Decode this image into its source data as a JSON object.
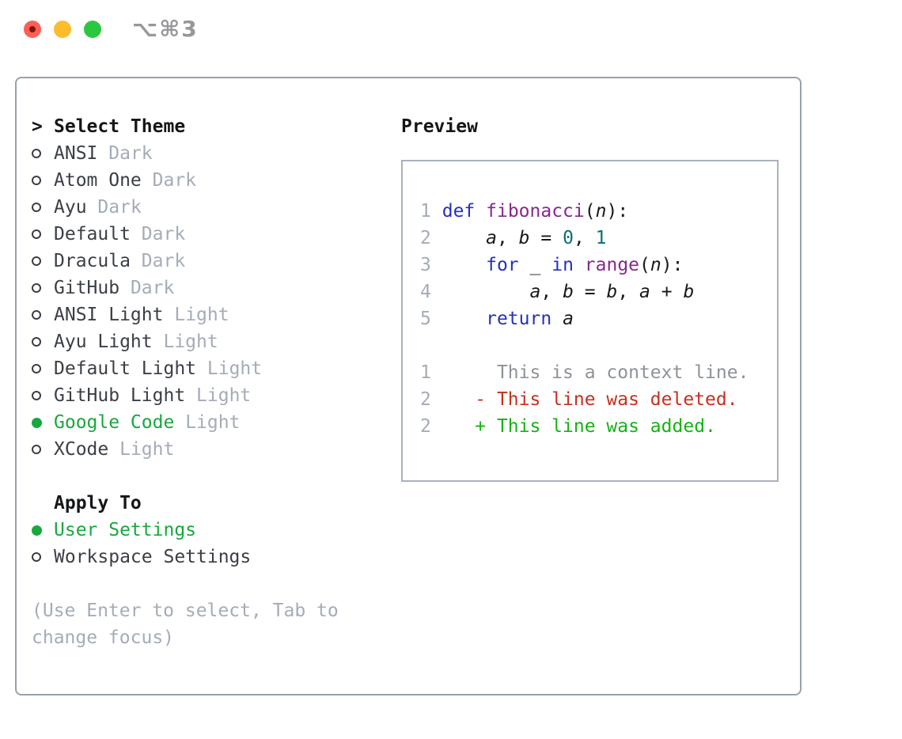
{
  "window": {
    "shortcut": "⌥⌘3",
    "traffic_lights": [
      {
        "name": "close",
        "color": "#fe5f57"
      },
      {
        "name": "minimize",
        "color": "#febb2e"
      },
      {
        "name": "zoom",
        "color": "#2ac840"
      }
    ]
  },
  "colors": {
    "accent_green": "#17a83e",
    "panel_border": "#98a1ac",
    "preview_border": "#a9b1bc",
    "item_text": "#3a3f46",
    "muted_text": "#a4acb9",
    "code_keyword": "#2531bd",
    "code_function": "#87288c",
    "code_number": "#0e6e73",
    "code_plain": "#17191d",
    "diff_deleted": "#c53020",
    "diff_added": "#12b412",
    "diff_context": "#8d9399"
  },
  "theme_panel": {
    "header_prefix": ">",
    "header_label": "Select Theme",
    "items": [
      {
        "name": "ANSI",
        "variant": "Dark",
        "selected": false
      },
      {
        "name": "Atom One",
        "variant": "Dark",
        "selected": false
      },
      {
        "name": "Ayu",
        "variant": "Dark",
        "selected": false
      },
      {
        "name": "Default",
        "variant": "Dark",
        "selected": false
      },
      {
        "name": "Dracula",
        "variant": "Dark",
        "selected": false
      },
      {
        "name": "GitHub",
        "variant": "Dark",
        "selected": false
      },
      {
        "name": "ANSI Light",
        "variant": "Light",
        "selected": false
      },
      {
        "name": "Ayu Light",
        "variant": "Light",
        "selected": false
      },
      {
        "name": "Default Light",
        "variant": "Light",
        "selected": false
      },
      {
        "name": "GitHub Light",
        "variant": "Light",
        "selected": false
      },
      {
        "name": "Google Code",
        "variant": "Light",
        "selected": true
      },
      {
        "name": "XCode",
        "variant": "Light",
        "selected": false
      }
    ],
    "apply_to_label": "Apply To",
    "apply_options": [
      {
        "name": "User Settings",
        "selected": true
      },
      {
        "name": "Workspace Settings",
        "selected": false
      }
    ],
    "help_line1": "(Use Enter to select, Tab to",
    "help_line2": "change focus)"
  },
  "preview": {
    "label": "Preview",
    "code": [
      {
        "num": "1",
        "tokens": [
          [
            "def",
            "k"
          ],
          [
            " ",
            "p"
          ],
          [
            "fibonacci",
            "f"
          ],
          [
            "(",
            "p"
          ],
          [
            "n",
            "v"
          ],
          [
            "):",
            "p"
          ]
        ]
      },
      {
        "num": "2",
        "tokens": [
          [
            "    ",
            "p"
          ],
          [
            "a",
            "v"
          ],
          [
            ", ",
            "p"
          ],
          [
            "b",
            "v"
          ],
          [
            " = ",
            "p"
          ],
          [
            "0",
            "n"
          ],
          [
            ", ",
            "p"
          ],
          [
            "1",
            "n"
          ]
        ]
      },
      {
        "num": "3",
        "tokens": [
          [
            "    ",
            "p"
          ],
          [
            "for",
            "k"
          ],
          [
            " ",
            "p"
          ],
          [
            "_",
            "v"
          ],
          [
            " ",
            "p"
          ],
          [
            "in",
            "k"
          ],
          [
            " ",
            "p"
          ],
          [
            "range",
            "f"
          ],
          [
            "(",
            "p"
          ],
          [
            "n",
            "v"
          ],
          [
            "):",
            "p"
          ]
        ]
      },
      {
        "num": "4",
        "tokens": [
          [
            "        ",
            "p"
          ],
          [
            "a",
            "v"
          ],
          [
            ", ",
            "p"
          ],
          [
            "b",
            "v"
          ],
          [
            " = ",
            "p"
          ],
          [
            "b",
            "v"
          ],
          [
            ", ",
            "p"
          ],
          [
            "a",
            "v"
          ],
          [
            " + ",
            "p"
          ],
          [
            "b",
            "v"
          ]
        ]
      },
      {
        "num": "5",
        "tokens": [
          [
            "    ",
            "p"
          ],
          [
            "return",
            "k"
          ],
          [
            " ",
            "p"
          ],
          [
            "a",
            "v"
          ]
        ]
      }
    ],
    "diff": [
      {
        "num": "1",
        "marker": " ",
        "text": "This is a context line.",
        "type": "context"
      },
      {
        "num": "2",
        "marker": "-",
        "text": "This line was deleted.",
        "type": "deleted"
      },
      {
        "num": "2",
        "marker": "+",
        "text": "This line was added.",
        "type": "added"
      }
    ]
  }
}
